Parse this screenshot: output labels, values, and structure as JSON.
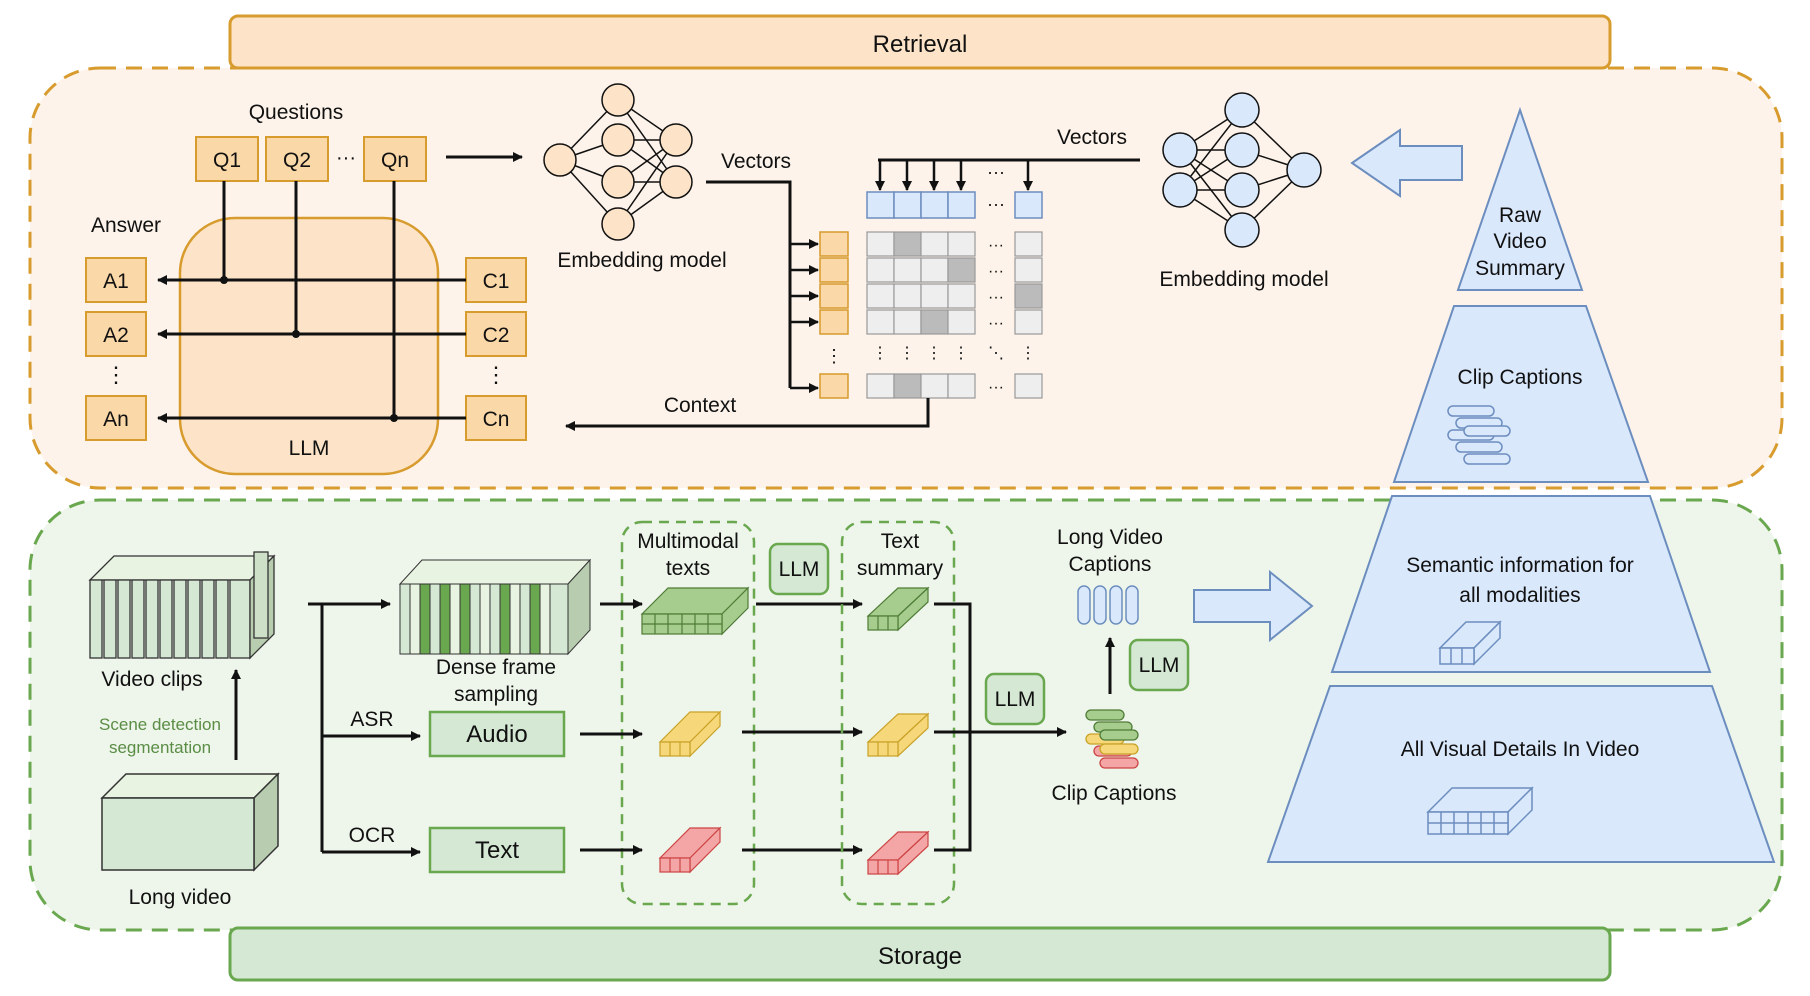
{
  "colors": {
    "orange_fill": "#fde4c8",
    "orange_stroke": "#d79b2e",
    "orange_box": "#fbd8a8",
    "retrieval_bg": "#fdf3ea",
    "storage_bg": "#eef5ea",
    "green_stroke": "#6aa84f",
    "green_box": "#d5e8d4",
    "green_dark": "#5a8d45",
    "blue_fill": "#dae8fc",
    "blue_stroke": "#6c8ebf",
    "red": "#e06666",
    "yellow": "#f1c232"
  },
  "banners": {
    "retrieval": "Retrieval",
    "storage": "Storage"
  },
  "retrieval": {
    "questions_label": "Questions",
    "questions": [
      "Q1",
      "Q2",
      "···",
      "Qn"
    ],
    "answer_label": "Answer",
    "answers": [
      "A1",
      "A2",
      "An"
    ],
    "contexts": [
      "C1",
      "C2",
      "Cn"
    ],
    "llm_label": "LLM",
    "embedding_left_label": "Embedding model",
    "embedding_right_label": "Embedding model",
    "vectors_left_label": "Vectors",
    "vectors_right_label": "Vectors",
    "context_label": "Context",
    "dots": "···",
    "vdots": "⋮",
    "ddots": "⋱"
  },
  "storage": {
    "video_clips_label": "Video clips",
    "scene_detection_label_1": "Scene detection",
    "scene_detection_label_2": "segmentation",
    "long_video_label": "Long video",
    "dense_frame_label_1": "Dense frame",
    "dense_frame_label_2": "sampling",
    "asr_label": "ASR",
    "ocr_label": "OCR",
    "audio_label": "Audio",
    "text_label": "Text",
    "multimodal_label_1": "Multimodal",
    "multimodal_label_2": "texts",
    "llm_label": "LLM",
    "text_summary_label_1": "Text",
    "text_summary_label_2": "summary",
    "long_video_captions_1": "Long Video",
    "long_video_captions_2": "Captions",
    "clip_captions_label": "Clip Captions"
  },
  "pyramid": {
    "tier1_1": "Raw",
    "tier1_2": "Video",
    "tier1_3": "Summary",
    "tier2": "Clip Captions",
    "tier3_1": "Semantic information for",
    "tier3_2": "all modalities",
    "tier4": "All Visual Details In Video"
  }
}
